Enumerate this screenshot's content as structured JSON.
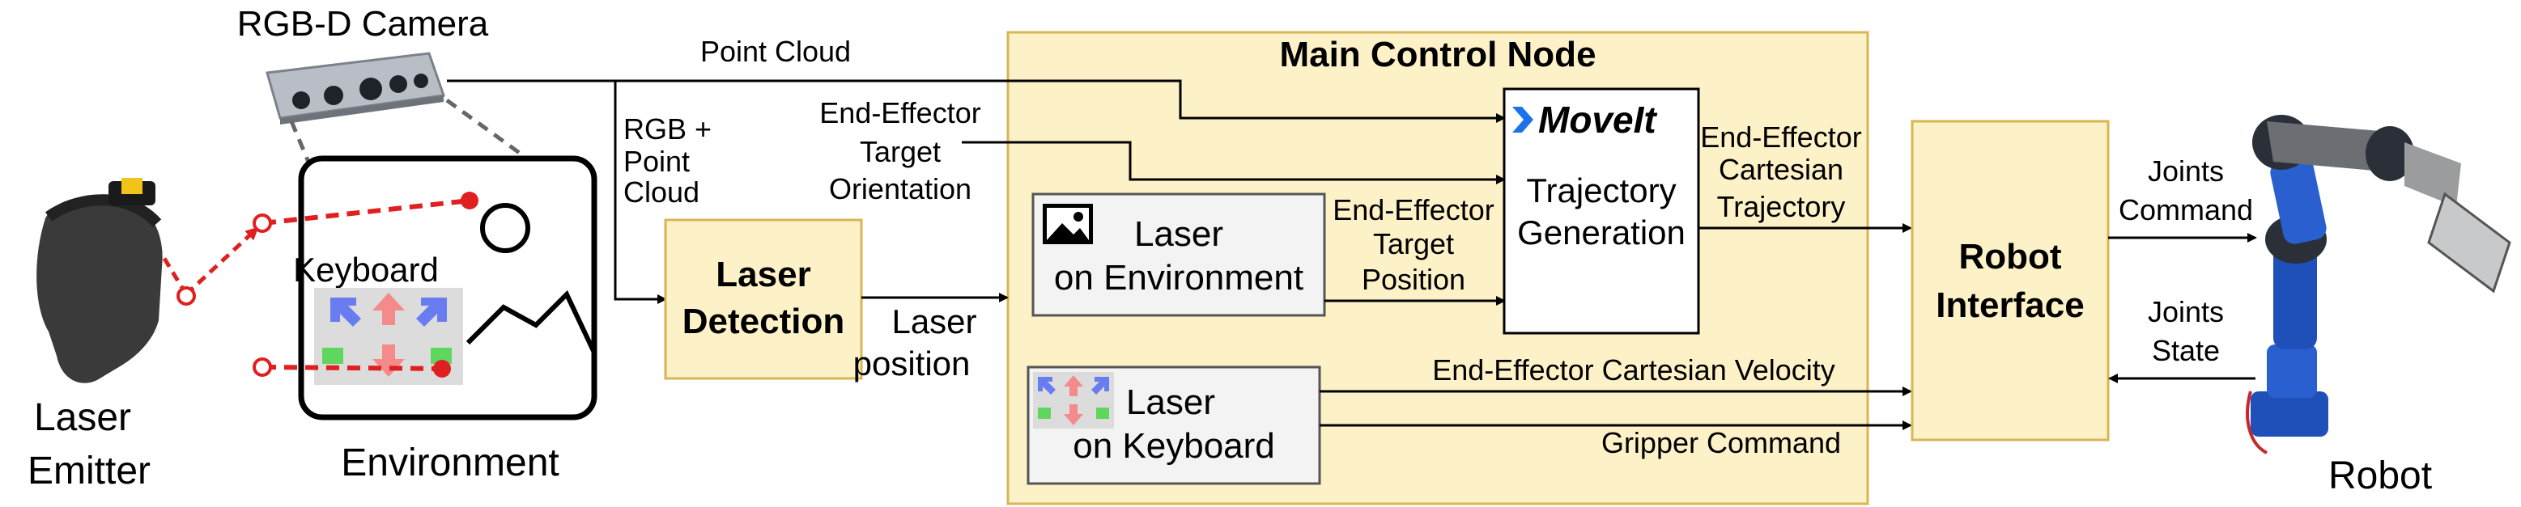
{
  "camera": {
    "title": "RGB-D Camera"
  },
  "emitter": {
    "line1": "Laser",
    "line2": "Emitter"
  },
  "environment": {
    "keyboard_label": "Keyboard",
    "label": "Environment"
  },
  "edges": {
    "point_cloud": "Point Cloud",
    "rgb_pc": [
      "RGB +",
      "Point",
      "Cloud"
    ],
    "ee_target_orientation": [
      "End-Effector",
      "Target",
      "Orientation"
    ],
    "laser_position": [
      "Laser",
      "position"
    ],
    "ee_target_position": [
      "End-Effector",
      "Target",
      "Position"
    ],
    "ee_cartesian_trajectory": [
      "End-Effector",
      "Cartesian",
      "Trajectory"
    ],
    "ee_cartesian_velocity": "End-Effector Cartesian Velocity",
    "gripper_command": "Gripper Command",
    "joints_command": [
      "Joints",
      "Command"
    ],
    "joints_state": [
      "Joints",
      "State"
    ]
  },
  "laser_detection": [
    "Laser",
    "Detection"
  ],
  "main_node": {
    "title": "Main Control Node"
  },
  "laser_env": [
    "Laser",
    "on Environment"
  ],
  "laser_kbd": [
    "Laser",
    "on Keyboard"
  ],
  "moveit": {
    "logo": "MoveIt",
    "lines": [
      "Trajectory",
      "Generation"
    ]
  },
  "robot_interface": [
    "Robot",
    "Interface"
  ],
  "robot": {
    "label": "Robot"
  },
  "colors": {
    "block_fill": "#fdf1c7",
    "block_stroke": "#d6b656",
    "laser_red": "#e02020",
    "gray_box": "#f3f3f3",
    "robot_blue": "#1f4fb8"
  }
}
